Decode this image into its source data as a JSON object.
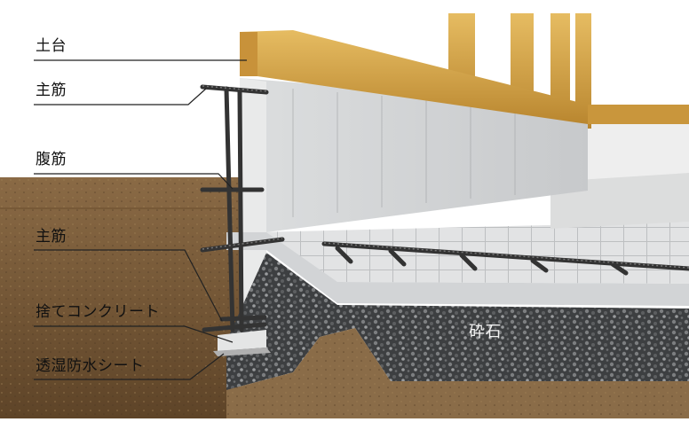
{
  "labels": {
    "sill": "土台",
    "main_rebar_top": "主筋",
    "web_rebar": "腹筋",
    "main_rebar_bottom": "主筋",
    "lean_concrete": "捨てコンクリート",
    "moisture_sheet": "透湿防水シート",
    "gravel": "砕石"
  },
  "colors": {
    "wood": "#d8a848",
    "concrete": "#d4d6d8",
    "soil": "#7a5e3c",
    "gravel": "#4a4c4e",
    "rebar": "#3a3a3a",
    "leader_line": "#222222"
  }
}
